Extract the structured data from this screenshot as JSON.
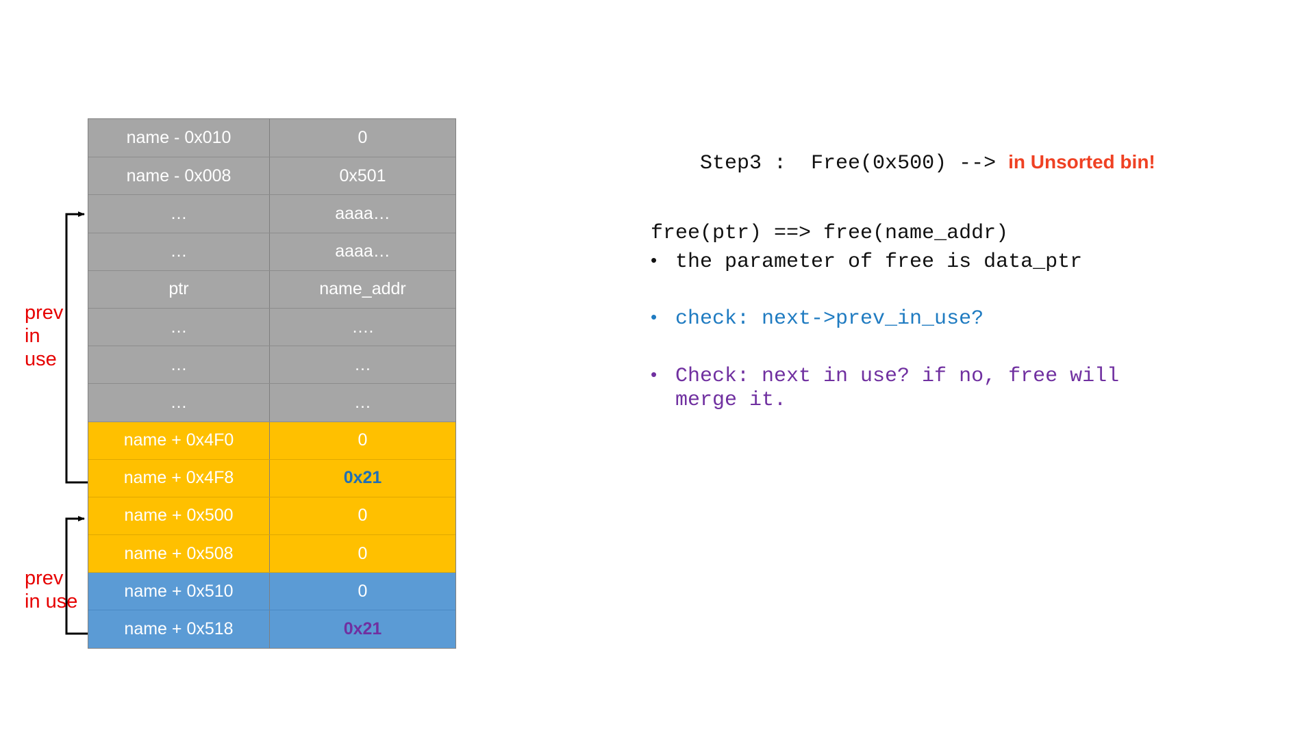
{
  "memory_table": {
    "columns": [
      "address",
      "value"
    ],
    "rows": [
      {
        "address": "name - 0x010",
        "value": "0",
        "fill": "gray",
        "value_style": "normal"
      },
      {
        "address": "name - 0x008",
        "value": "0x501",
        "fill": "gray",
        "value_style": "normal"
      },
      {
        "address": "…",
        "value": "aaaa…",
        "fill": "gray",
        "value_style": "normal"
      },
      {
        "address": "…",
        "value": "aaaa…",
        "fill": "gray",
        "value_style": "normal"
      },
      {
        "address": "ptr",
        "value": "name_addr",
        "fill": "gray",
        "value_style": "normal"
      },
      {
        "address": "…",
        "value": "….",
        "fill": "gray",
        "value_style": "normal"
      },
      {
        "address": "…",
        "value": "…",
        "fill": "gray",
        "value_style": "normal"
      },
      {
        "address": "…",
        "value": "…",
        "fill": "gray",
        "value_style": "normal"
      },
      {
        "address": "name + 0x4F0",
        "value": "0",
        "fill": "amber",
        "value_style": "normal"
      },
      {
        "address": "name + 0x4F8",
        "value": "0x21",
        "fill": "amber",
        "value_style": "hl-blue"
      },
      {
        "address": "name + 0x500",
        "value": "0",
        "fill": "amber",
        "value_style": "normal"
      },
      {
        "address": "name + 0x508",
        "value": "0",
        "fill": "amber",
        "value_style": "normal"
      },
      {
        "address": "name + 0x510",
        "value": "0",
        "fill": "blue",
        "value_style": "normal"
      },
      {
        "address": "name + 0x518",
        "value": "0x21",
        "fill": "blue",
        "value_style": "hl-purple"
      }
    ]
  },
  "annotations": {
    "prev_in_use_1": "prev\nin\nuse",
    "prev_in_use_2": "prev\nin use"
  },
  "notes": {
    "step_prefix": "Step3 :  Free(0x500) --> ",
    "step_accent": "in Unsorted bin!",
    "free_mapping": "free(ptr) ==> free(name_addr)",
    "bullet_glyph": "•",
    "bullet_parameter": "the parameter of free is data_ptr",
    "bullet_check_prev": "check: next->prev_in_use?",
    "bullet_check_next": "Check: next in use? if no, free will\nmerge it."
  },
  "colors": {
    "gray_fill": "#a6a6a6",
    "amber_fill": "#ffc000",
    "blue_fill": "#5b9bd5",
    "blue_text": "#1f6fb5",
    "purple_text": "#7030a0",
    "red_label": "#e60000",
    "accent_red": "#ef4123",
    "blue_note": "#1f7bc1"
  }
}
